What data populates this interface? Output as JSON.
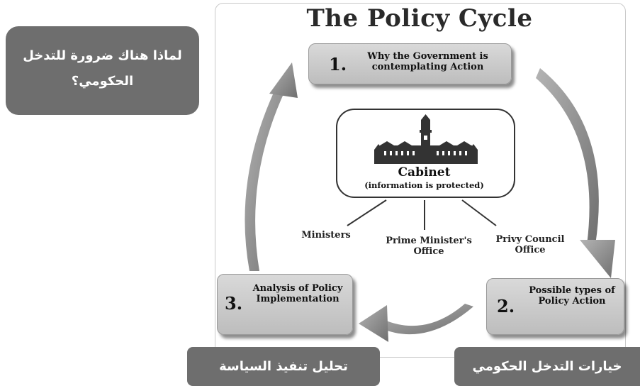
{
  "diagram": {
    "title": "The Policy Cycle",
    "steps": [
      {
        "num": "1.",
        "text": "Why the Government is contemplating Action"
      },
      {
        "num": "2.",
        "text": "Possible types of Policy Action"
      },
      {
        "num": "3.",
        "text": "Analysis of Policy Implementation"
      }
    ],
    "center": {
      "label": "Cabinet",
      "sublabel": "(information is protected)",
      "icon": "parliament-building-icon"
    },
    "branches": [
      "Ministers",
      "Prime Minister's Office",
      "Privy Council Office"
    ]
  },
  "annotations": {
    "why_intervention": "لماذا هناك ضرورة للتدخل الحكومي؟",
    "policy_implementation": "تحليل تنفيذ السياسة",
    "intervention_options": "خيارات التدخل الحكومي"
  },
  "colors": {
    "arrow": "#8a8a8a",
    "box": "#c8c8c8",
    "annotation_bg": "#6e6e6e",
    "annotation_text": "#ffffff"
  }
}
